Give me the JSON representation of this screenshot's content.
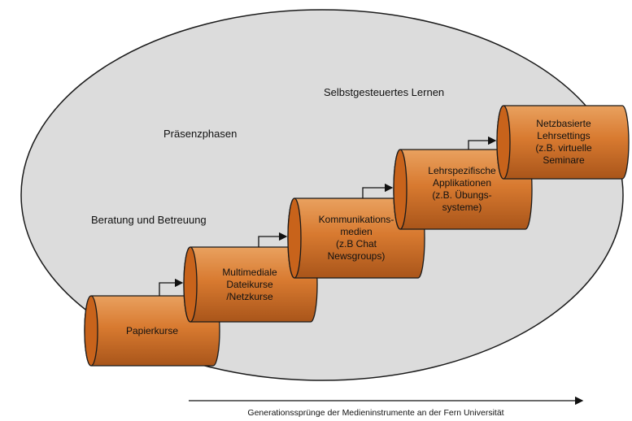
{
  "labels": {
    "selbstgesteuert": "Selbstgesteuertes Lernen",
    "praesenz": "Präsenzphasen",
    "beratung": "Beratung und Betreuung"
  },
  "steps": [
    {
      "text": "Papierkurse"
    },
    {
      "text": "Multimediale\nDateikurse\n/Netzkurse"
    },
    {
      "text": "Kommunikations-\nmedien\n(z.B Chat\nNewsgroups)"
    },
    {
      "text": "Lehrspezifische\nApplikationen\n(z.B. Übungs-\nsysteme)"
    },
    {
      "text": "Netzbasierte\nLehrsettings\n(z.B. virtuelle\nSeminare"
    }
  ],
  "caption": "Generationssprünge der Medieninstrumente an der Fern Universität",
  "colors": {
    "ellipse_fill": "#dcdcdc",
    "cylinder_fill": "#d87a30",
    "cylinder_cap": "#c8631b",
    "outline": "#1a1a1a"
  }
}
